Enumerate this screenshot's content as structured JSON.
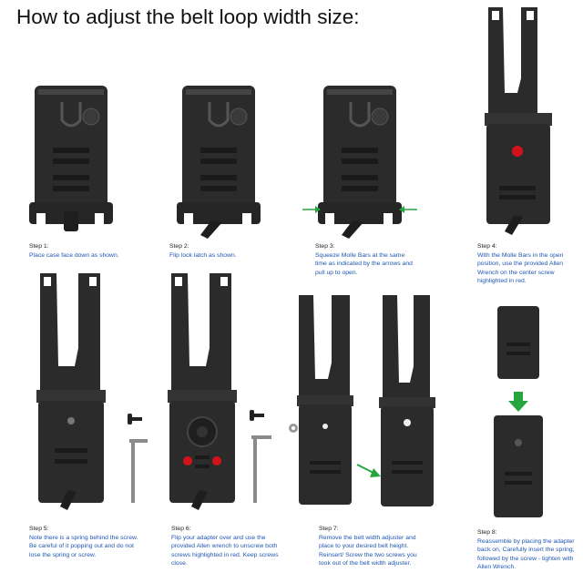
{
  "title": "How to adjust the belt loop width size:",
  "colors": {
    "instruction_text": "#1f56b3",
    "highlight": "#d4121b",
    "arrow": "#27a640",
    "plastic": "#2b2b2b"
  },
  "steps": [
    {
      "label": "Step 1:",
      "text": "Place case face down as shown."
    },
    {
      "label": "Step 2:",
      "text": "Flip lock latch as shown."
    },
    {
      "label": "Step 3:",
      "text": "Squeeze Molle Bars at the same time as indicated by the arrows and pull  up to open."
    },
    {
      "label": "Step 4:",
      "text": "With the Molle Bars in the open position, use the provided Allen Wrench on the center screw highlighted in red."
    },
    {
      "label": "Step 5:",
      "text": " Note there is a spring behind the screw. Be careful of it popping out and do not lose the spring or screw."
    },
    {
      "label": "Step 6:",
      "text": "Flip your adapter over and use the provided Allen wrench to unscrew both screws highlighted in red. Keep screws close."
    },
    {
      "label": "Step 7:",
      "text": "Remove the belt width adjuster and place to your desired belt height. Reinsert/ Screw the two screws you took out of the belt width adjuster."
    },
    {
      "label": "Step 8:",
      "text": "Reassemble by placing the adapter back on, Carefully insert the spring, followed by the screw - tighten with Allen Wrench."
    }
  ]
}
